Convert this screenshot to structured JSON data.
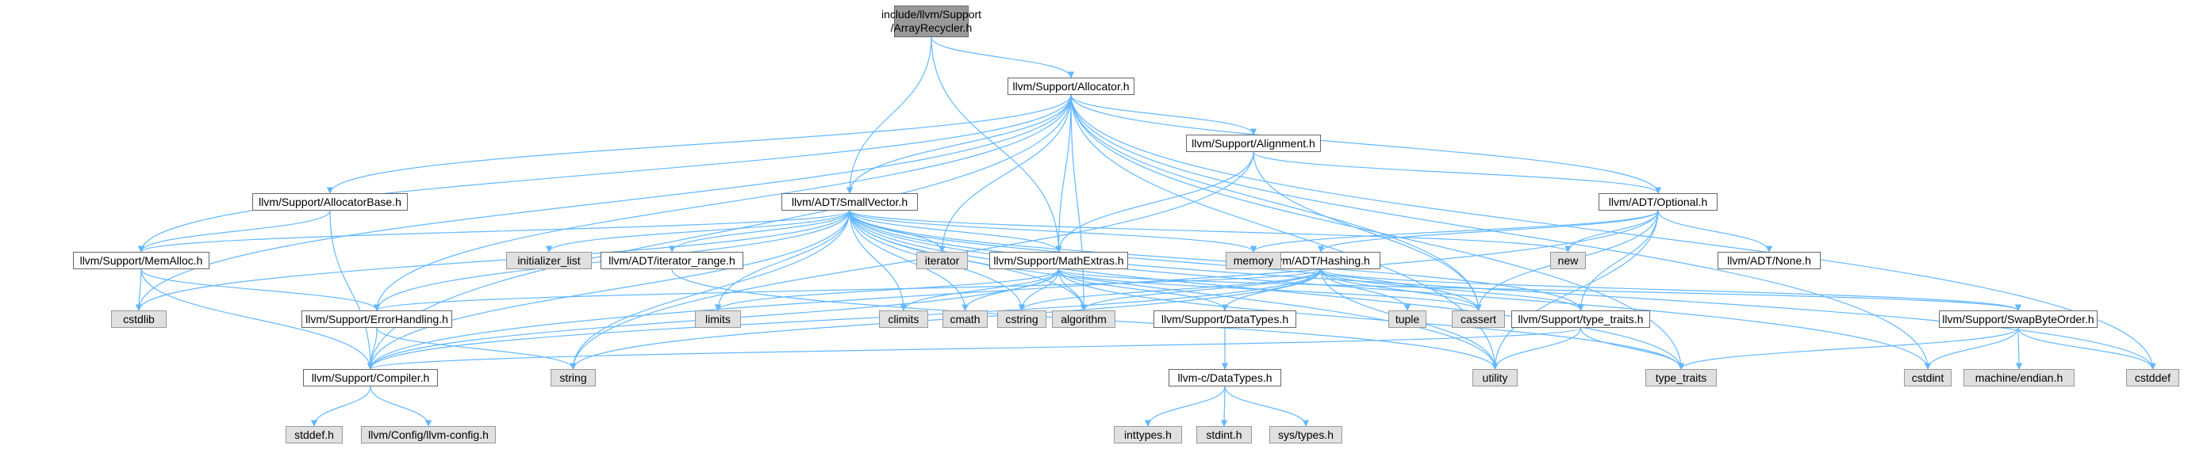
{
  "graph": {
    "title": "",
    "colors": {
      "edge": "#63b8ff",
      "root_fill": "#999999",
      "local_fill": "#ffffff",
      "system_fill": "#e0e0e0",
      "border": "#666666"
    },
    "nodes": {
      "root": "include/llvm/Support\n/ArrayRecycler.h",
      "allocator": "llvm/Support/Allocator.h",
      "alignment": "llvm/Support/Alignment.h",
      "allocatorbase": "llvm/Support/AllocatorBase.h",
      "smallvector": "llvm/ADT/SmallVector.h",
      "optional": "llvm/ADT/Optional.h",
      "memalloc": "llvm/Support/MemAlloc.h",
      "iterator_range": "llvm/ADT/iterator_range.h",
      "mathextras": "llvm/Support/MathExtras.h",
      "hashing": "llvm/ADT/Hashing.h",
      "none": "llvm/ADT/None.h",
      "errorhandling": "llvm/Support/ErrorHandling.h",
      "typetraits_llvm": "llvm/Support/type_traits.h",
      "datatypes_support": "llvm/Support/DataTypes.h",
      "swapbyteorder": "llvm/Support/SwapByteOrder.h",
      "compiler": "llvm/Support/Compiler.h",
      "datatypes_c": "llvm-c/DataTypes.h",
      "cstdlib": "cstdlib",
      "initializer_list": "initializer_list",
      "iterator": "iterator",
      "memory": "memory",
      "new": "new",
      "limits": "limits",
      "climits": "climits",
      "cmath": "cmath",
      "cstring": "cstring",
      "algorithm": "algorithm",
      "tuple": "tuple",
      "cassert": "cassert",
      "string": "string",
      "utility": "utility",
      "type_traits": "type_traits",
      "cstdint": "cstdint",
      "machine_endian": "machine/endian.h",
      "cstddef": "cstddef",
      "stddef": "stddef.h",
      "llvm_config": "llvm/Config/llvm-config.h",
      "inttypes": "inttypes.h",
      "stdint": "stdint.h",
      "systypes": "sys/types.h"
    },
    "edges": [
      [
        "root",
        "allocator"
      ],
      [
        "root",
        "smallvector"
      ],
      [
        "root",
        "mathextras"
      ],
      [
        "allocator",
        "compiler"
      ],
      [
        "allocator",
        "cstdlib"
      ],
      [
        "allocator",
        "memalloc"
      ],
      [
        "allocator",
        "allocatorbase"
      ],
      [
        "allocator",
        "errorhandling"
      ],
      [
        "allocator",
        "smallvector"
      ],
      [
        "allocator",
        "iterator"
      ],
      [
        "allocator",
        "mathextras"
      ],
      [
        "allocator",
        "algorithm"
      ],
      [
        "allocator",
        "alignment"
      ],
      [
        "allocator",
        "optional"
      ],
      [
        "allocator",
        "cassert"
      ],
      [
        "allocator",
        "utility"
      ],
      [
        "allocator",
        "type_traits"
      ],
      [
        "allocator",
        "cstdint"
      ],
      [
        "allocator",
        "cstddef"
      ],
      [
        "alignment",
        "mathextras"
      ],
      [
        "alignment",
        "optional"
      ],
      [
        "alignment",
        "cassert"
      ],
      [
        "alignment",
        "string"
      ],
      [
        "allocatorbase",
        "compiler"
      ],
      [
        "allocatorbase",
        "memalloc"
      ],
      [
        "smallvector",
        "compiler"
      ],
      [
        "smallvector",
        "iterator_range"
      ],
      [
        "smallvector",
        "memalloc"
      ],
      [
        "smallvector",
        "typetraits_llvm"
      ],
      [
        "smallvector",
        "errorhandling"
      ],
      [
        "smallvector",
        "algorithm"
      ],
      [
        "smallvector",
        "cassert"
      ],
      [
        "smallvector",
        "cstddef"
      ],
      [
        "smallvector",
        "cstdlib"
      ],
      [
        "smallvector",
        "cstring"
      ],
      [
        "smallvector",
        "functional"
      ],
      [
        "smallvector",
        "initializer_list"
      ],
      [
        "smallvector",
        "iterator"
      ],
      [
        "smallvector",
        "limits"
      ],
      [
        "smallvector",
        "memory"
      ],
      [
        "smallvector",
        "new"
      ],
      [
        "smallvector",
        "type_traits"
      ],
      [
        "smallvector",
        "utility"
      ],
      [
        "smallvector",
        "mathextras"
      ],
      [
        "smallvector",
        "string"
      ],
      [
        "smallvector",
        "cstdint"
      ],
      [
        "smallvector",
        "cmath"
      ],
      [
        "smallvector",
        "climits"
      ],
      [
        "optional",
        "hashing"
      ],
      [
        "optional",
        "none"
      ],
      [
        "optional",
        "compiler"
      ],
      [
        "optional",
        "typetraits_llvm"
      ],
      [
        "optional",
        "cassert"
      ],
      [
        "optional",
        "memory"
      ],
      [
        "optional",
        "new"
      ],
      [
        "optional",
        "utility"
      ],
      [
        "memalloc",
        "compiler"
      ],
      [
        "memalloc",
        "errorhandling"
      ],
      [
        "memalloc",
        "cstdlib"
      ],
      [
        "iterator_range",
        "utility"
      ],
      [
        "mathextras",
        "compiler"
      ],
      [
        "mathextras",
        "datatypes_support"
      ],
      [
        "mathextras",
        "swapbyteorder"
      ],
      [
        "mathextras",
        "algorithm"
      ],
      [
        "mathextras",
        "cassert"
      ],
      [
        "mathextras",
        "climits"
      ],
      [
        "mathextras",
        "cmath"
      ],
      [
        "mathextras",
        "cstring"
      ],
      [
        "mathextras",
        "limits"
      ],
      [
        "mathextras",
        "type_traits"
      ],
      [
        "hashing",
        "compiler"
      ],
      [
        "hashing",
        "datatypes_support"
      ],
      [
        "hashing",
        "errorhandling"
      ],
      [
        "hashing",
        "swapbyteorder"
      ],
      [
        "hashing",
        "typetraits_llvm"
      ],
      [
        "hashing",
        "algorithm"
      ],
      [
        "hashing",
        "cassert"
      ],
      [
        "hashing",
        "cstring"
      ],
      [
        "hashing",
        "string"
      ],
      [
        "hashing",
        "tuple"
      ],
      [
        "hashing",
        "utility"
      ],
      [
        "errorhandling",
        "compiler"
      ],
      [
        "errorhandling",
        "string"
      ],
      [
        "typetraits_llvm",
        "compiler"
      ],
      [
        "typetraits_llvm",
        "type_traits"
      ],
      [
        "typetraits_llvm",
        "utility"
      ],
      [
        "datatypes_support",
        "datatypes_c"
      ],
      [
        "swapbyteorder",
        "cstddef"
      ],
      [
        "swapbyteorder",
        "cstdint"
      ],
      [
        "swapbyteorder",
        "type_traits"
      ],
      [
        "swapbyteorder",
        "machine_endian"
      ],
      [
        "compiler",
        "stddef"
      ],
      [
        "compiler",
        "llvm_config"
      ],
      [
        "datatypes_c",
        "inttypes"
      ],
      [
        "datatypes_c",
        "stdint"
      ],
      [
        "datatypes_c",
        "systypes"
      ]
    ]
  }
}
